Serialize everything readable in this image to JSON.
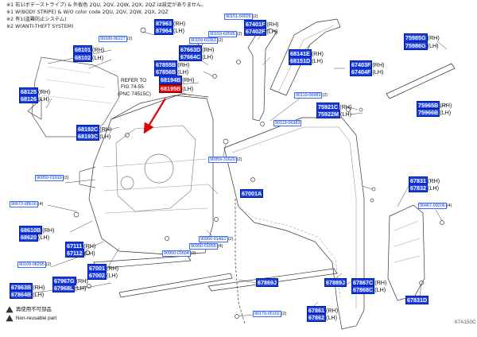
{
  "header": {
    "note1": "※1 右1(ボデーストライプ) & 外板色 2QU, 2QV, 2QW, 2QX, 2QZ は設定がありません。",
    "note2": "※1 W(BODY STRIPE) & W/O color code 2QU, 2QV, 2QW, 2QX, 2QZ",
    "note3": "※2 有1(盗難防止システム)",
    "note4": "※2 W(ANTI-THEFT SYSTEM)"
  },
  "refer": {
    "line1": "REFER TO",
    "line2": "FIG 74-55",
    "line3": "(PNC 74515C)"
  },
  "legend": {
    "jp": "再使用不可部品",
    "en": "Non-reusable part"
  },
  "figure_id": "67A150C",
  "parts": {
    "p87963": [
      "87963",
      "(RH)"
    ],
    "p87964": [
      "87964",
      "(LH)"
    ],
    "p90189a": [
      "90189-06227",
      "(2)"
    ],
    "p90159a": [
      "90159-60363",
      "(2)"
    ],
    "p68101": [
      "68101",
      "(RH)"
    ],
    "p68102": [
      "68102",
      "(LH)"
    ],
    "p67663": [
      "67663D",
      "(RH)"
    ],
    "p67664": [
      "67664C",
      "(LH)"
    ],
    "p67855": [
      "67855B",
      "(RH)"
    ],
    "p67856": [
      "67856B",
      "(LH)"
    ],
    "p68194": [
      "68194B",
      "(RH)"
    ],
    "p68195": [
      "68195B",
      "(LH)"
    ],
    "p68125": [
      "68125",
      "(RH)"
    ],
    "p68126": [
      "68126",
      "(LH)"
    ],
    "p68192": [
      "68192C",
      "(RH)"
    ],
    "p68193": [
      "68193C",
      "(LH)"
    ],
    "p90950a": [
      "90950-01919",
      "(2)"
    ],
    "p90159b": [
      "90159-60595",
      "(2)"
    ],
    "p90673": [
      "90673-08616",
      "(4)"
    ],
    "p68610": [
      "68610B",
      "(RH)"
    ],
    "p68620": [
      "68620",
      "(LH)"
    ],
    "p67111": [
      "67111",
      "(RH)"
    ],
    "p67112": [
      "67112",
      "(LH)"
    ],
    "p67001": [
      "67001",
      "(RH)"
    ],
    "p67002": [
      "67002",
      "(LH)"
    ],
    "p90109": [
      "90109-08295",
      "(2)"
    ],
    "p67967": [
      "67967G",
      "(RH)"
    ],
    "p67968": [
      "67968L",
      "(LH)"
    ],
    "p67863": [
      "67863B",
      "(RH)"
    ],
    "p67864": [
      "67864B",
      "(LH)"
    ],
    "p90151": [
      "90151-50026",
      "(2)"
    ],
    "p67401": [
      "67401F",
      "(RH)"
    ],
    "p67402": [
      "67402F",
      "(LH)"
    ],
    "p68141": [
      "68141E",
      "(RH)"
    ],
    "p68151": [
      "68151D",
      "(LH)"
    ],
    "p67403": [
      "67403F",
      "(RH)"
    ],
    "p67404": [
      "67404F",
      "(LH)"
    ],
    "p90119": [
      "90119-06983",
      "(2)"
    ],
    "p75921": [
      "75921C",
      "(RH)"
    ],
    "p75922": [
      "75922M",
      "(LH)"
    ],
    "p90119b": [
      "90119-06983",
      ""
    ],
    "p75985": [
      "75985G",
      "(RH)"
    ],
    "p75986": [
      "75986G",
      "(LH)"
    ],
    "p75965": [
      "75965B",
      "(RH)"
    ],
    "p75966": [
      "75966B",
      "(LH)"
    ],
    "p90959": [
      "90959-31620",
      "(2)"
    ],
    "p67001A": [
      "67001A",
      ""
    ],
    "p67831": [
      "67831",
      "(RH)"
    ],
    "p67832": [
      "67832",
      "(LH)"
    ],
    "p90467": [
      "90467-09206",
      "(4)"
    ],
    "p90950b": [
      "90950-01AE2",
      "(2)"
    ],
    "p90950c": [
      "90950-01956",
      "(4)"
    ],
    "p90950d": [
      "90950-01604",
      "(2)"
    ],
    "p67869": [
      "67869J",
      ""
    ],
    "p67889": [
      "67889J",
      ""
    ],
    "p67867": [
      "67867C",
      "(RH)"
    ],
    "p67868": [
      "67868C",
      "(LH)"
    ],
    "p67861": [
      "67861",
      "(RH)"
    ],
    "p67862": [
      "67862",
      "(LH)"
    ],
    "p90179": [
      "90179-05102",
      "(2)"
    ],
    "p67831D": [
      "67831D",
      ""
    ]
  }
}
